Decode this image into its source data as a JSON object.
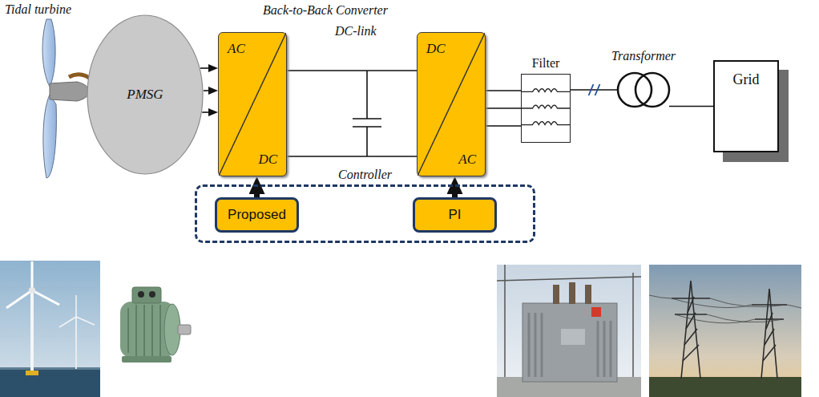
{
  "diagram": {
    "nodes": [
      {
        "text": [
          "PMSG"
        ]
      },
      {
        "text": [
          "AC",
          "DC"
        ]
      },
      {
        "text": [
          "DC",
          "AC"
        ]
      },
      {
        "text": [
          "Filter"
        ]
      },
      {
        "text": [
          "Transformer"
        ]
      },
      {
        "text": [
          "Grid"
        ]
      },
      {
        "text": [
          "Controller"
        ]
      },
      {
        "text": [
          "Proposed"
        ],
        "in": 6
      },
      {
        "text": [
          "PI"
        ],
        "in": 6
      }
    ],
    "edges": [
      {
        "from": 0,
        "to": 1,
        "arrow": "to"
      },
      {
        "from": 1,
        "to": 2,
        "arrow": "none"
      },
      {
        "from": 2,
        "to": 3,
        "arrow": "none"
      },
      {
        "from": 3,
        "to": 4,
        "arrow": "none"
      },
      {
        "from": 4,
        "to": 5,
        "arrow": "none"
      },
      {
        "from": 7,
        "to": 1,
        "arrow": "to"
      },
      {
        "from": 8,
        "to": 2,
        "arrow": "to"
      }
    ],
    "labels": [
      "Tidal turbine",
      "Back-to-Back Converter",
      "DC-link"
    ]
  }
}
